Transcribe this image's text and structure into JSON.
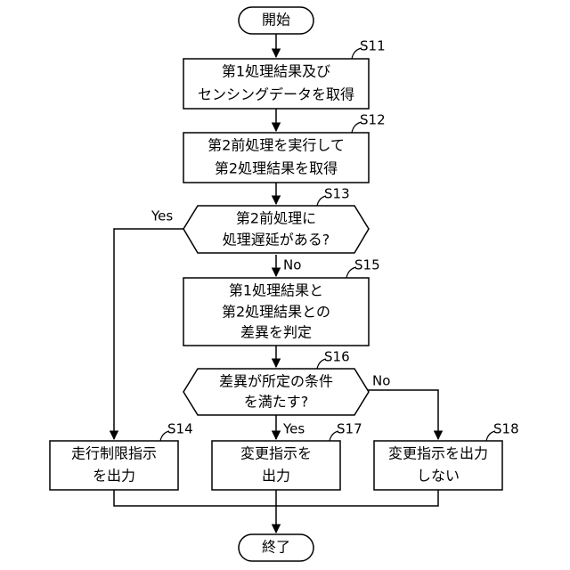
{
  "start": "開始",
  "end": "終了",
  "s11": {
    "label": "S11",
    "lines": [
      "第1処理結果及び",
      "センシングデータを取得"
    ]
  },
  "s12": {
    "label": "S12",
    "lines": [
      "第2前処理を実行して",
      "第2処理結果を取得"
    ]
  },
  "s13": {
    "label": "S13",
    "lines": [
      "第2前処理に",
      "処理遅延がある?"
    ]
  },
  "s14": {
    "label": "S14",
    "lines": [
      "走行制限指示",
      "を出力"
    ]
  },
  "s15": {
    "label": "S15",
    "lines": [
      "第1処理結果と",
      "第2処理結果との",
      "差異を判定"
    ]
  },
  "s16": {
    "label": "S16",
    "lines": [
      "差異が所定の条件",
      "を満たす?"
    ]
  },
  "s17": {
    "label": "S17",
    "lines": [
      "変更指示を",
      "出力"
    ]
  },
  "s18": {
    "label": "S18",
    "lines": [
      "変更指示を出力",
      "しない"
    ]
  },
  "branch": {
    "s13_yes": "Yes",
    "s13_no": "No",
    "s16_yes": "Yes",
    "s16_no": "No"
  }
}
